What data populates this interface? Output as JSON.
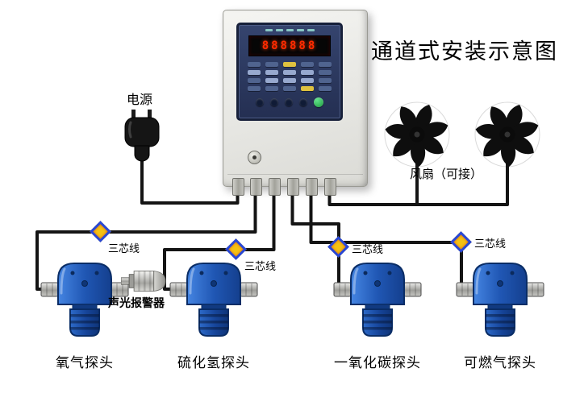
{
  "title": "通道式安装示意图",
  "power": {
    "label": "电源"
  },
  "controller": {
    "display_value": "888888"
  },
  "fans": {
    "label": "风扇（可接）"
  },
  "alarm": {
    "label": "声光报警器"
  },
  "wires": [
    {
      "label": "三芯线"
    },
    {
      "label": "三芯线"
    },
    {
      "label": "三芯线"
    },
    {
      "label": "三芯线"
    }
  ],
  "detectors": [
    {
      "label": "氧气探头"
    },
    {
      "label": "硫化氢探头"
    },
    {
      "label": "一氧化碳探头"
    },
    {
      "label": "可燃气探头"
    }
  ],
  "colors": {
    "wire": "#141414",
    "detector_body": "#2057b4",
    "diamond_fill": "#f4c213",
    "diamond_border": "#2746d6",
    "led_display": "#ff2a00",
    "panel": "#2b3a5e"
  }
}
